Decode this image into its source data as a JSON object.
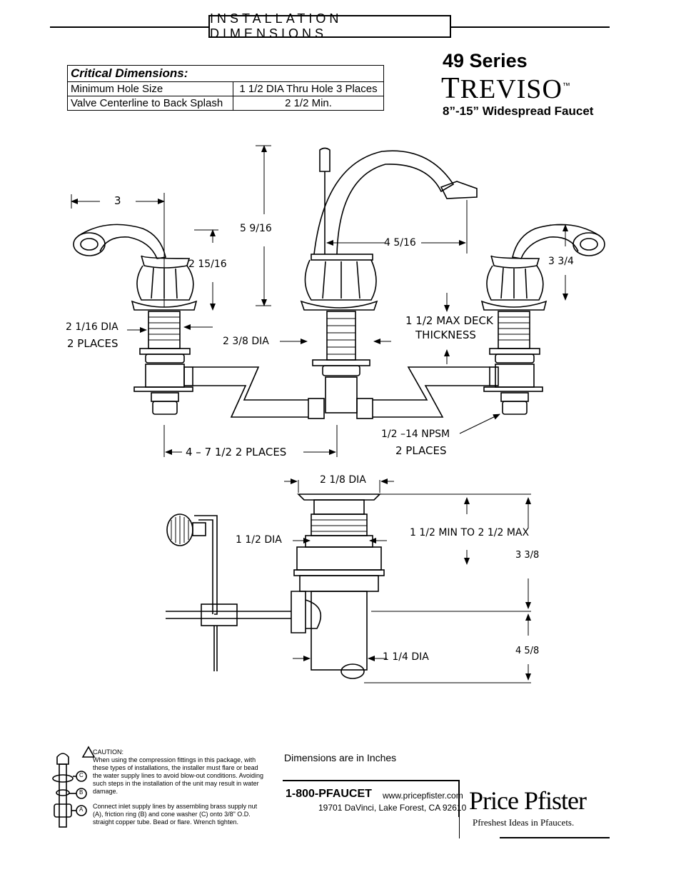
{
  "header": {
    "title": "INSTALLATION DIMENSIONS"
  },
  "critical": {
    "title": "Critical Dimensions:",
    "rows": [
      {
        "label": "Minimum Hole Size",
        "value": "1 1/2 DIA Thru Hole 3 Places"
      },
      {
        "label": "Valve Centerline to Back Splash",
        "value": "2 1/2 Min."
      }
    ]
  },
  "product": {
    "series": "49 Series",
    "brand_initial": "T",
    "brand_rest": "REVISO",
    "trademark": "™",
    "subtitle": "8”-15” Widespread Faucet"
  },
  "dimensions": {
    "handle_width": "3",
    "handle_height": "2 15/16",
    "spout_height": "5 9/16",
    "spout_reach": "4 5/16",
    "right_handle_height": "3 3/4",
    "handle_dia": "2 1/16 DIA",
    "handle_places": "2 PLACES",
    "spout_dia": "2 3/8 DIA",
    "deck_thickness_1": "1 1/2 MAX DECK",
    "deck_thickness_2": "THICKNESS",
    "spread": "4 – 7 1/2 2 PLACES",
    "npsm": "1/2 –14 NPSM",
    "npsm_places": "2 PLACES",
    "drain_flange_dia": "2 1/8 DIA",
    "drain_body_dia": "1 1/2 DIA",
    "drain_range": "1 1/2 MIN TO 2 1/2 MAX",
    "drain_height_upper": "3 3/8",
    "tailpiece_dia": "1 1/4 DIA",
    "drain_height_lower": "4 5/8"
  },
  "caution": {
    "title": "CAUTION:",
    "text1": "When using the compression fittings in this package, with these types of installations, the installer must flare or bead the water supply lines to avoid blow-out conditions. Avoiding such steps in the installation of the unit may result in water damage.",
    "text2": "Connect inlet supply lines by assembling brass supply nut (A), friction ring (B) and cone washer (C) onto 3/8\" O.D. straight copper tube. Bead or flare. Wrench tighten.",
    "label_a": "A",
    "label_b": "B",
    "label_c": "C"
  },
  "footer": {
    "note": "Dimensions are in Inches",
    "phone": "1-800-PFAUCET",
    "url": "www.pricepfister.com",
    "address": "19701 DaVinci, Lake Forest, CA  92610",
    "logo": "Price Pfister",
    "tagline": "Pfreshest Ideas in Pfaucets."
  }
}
